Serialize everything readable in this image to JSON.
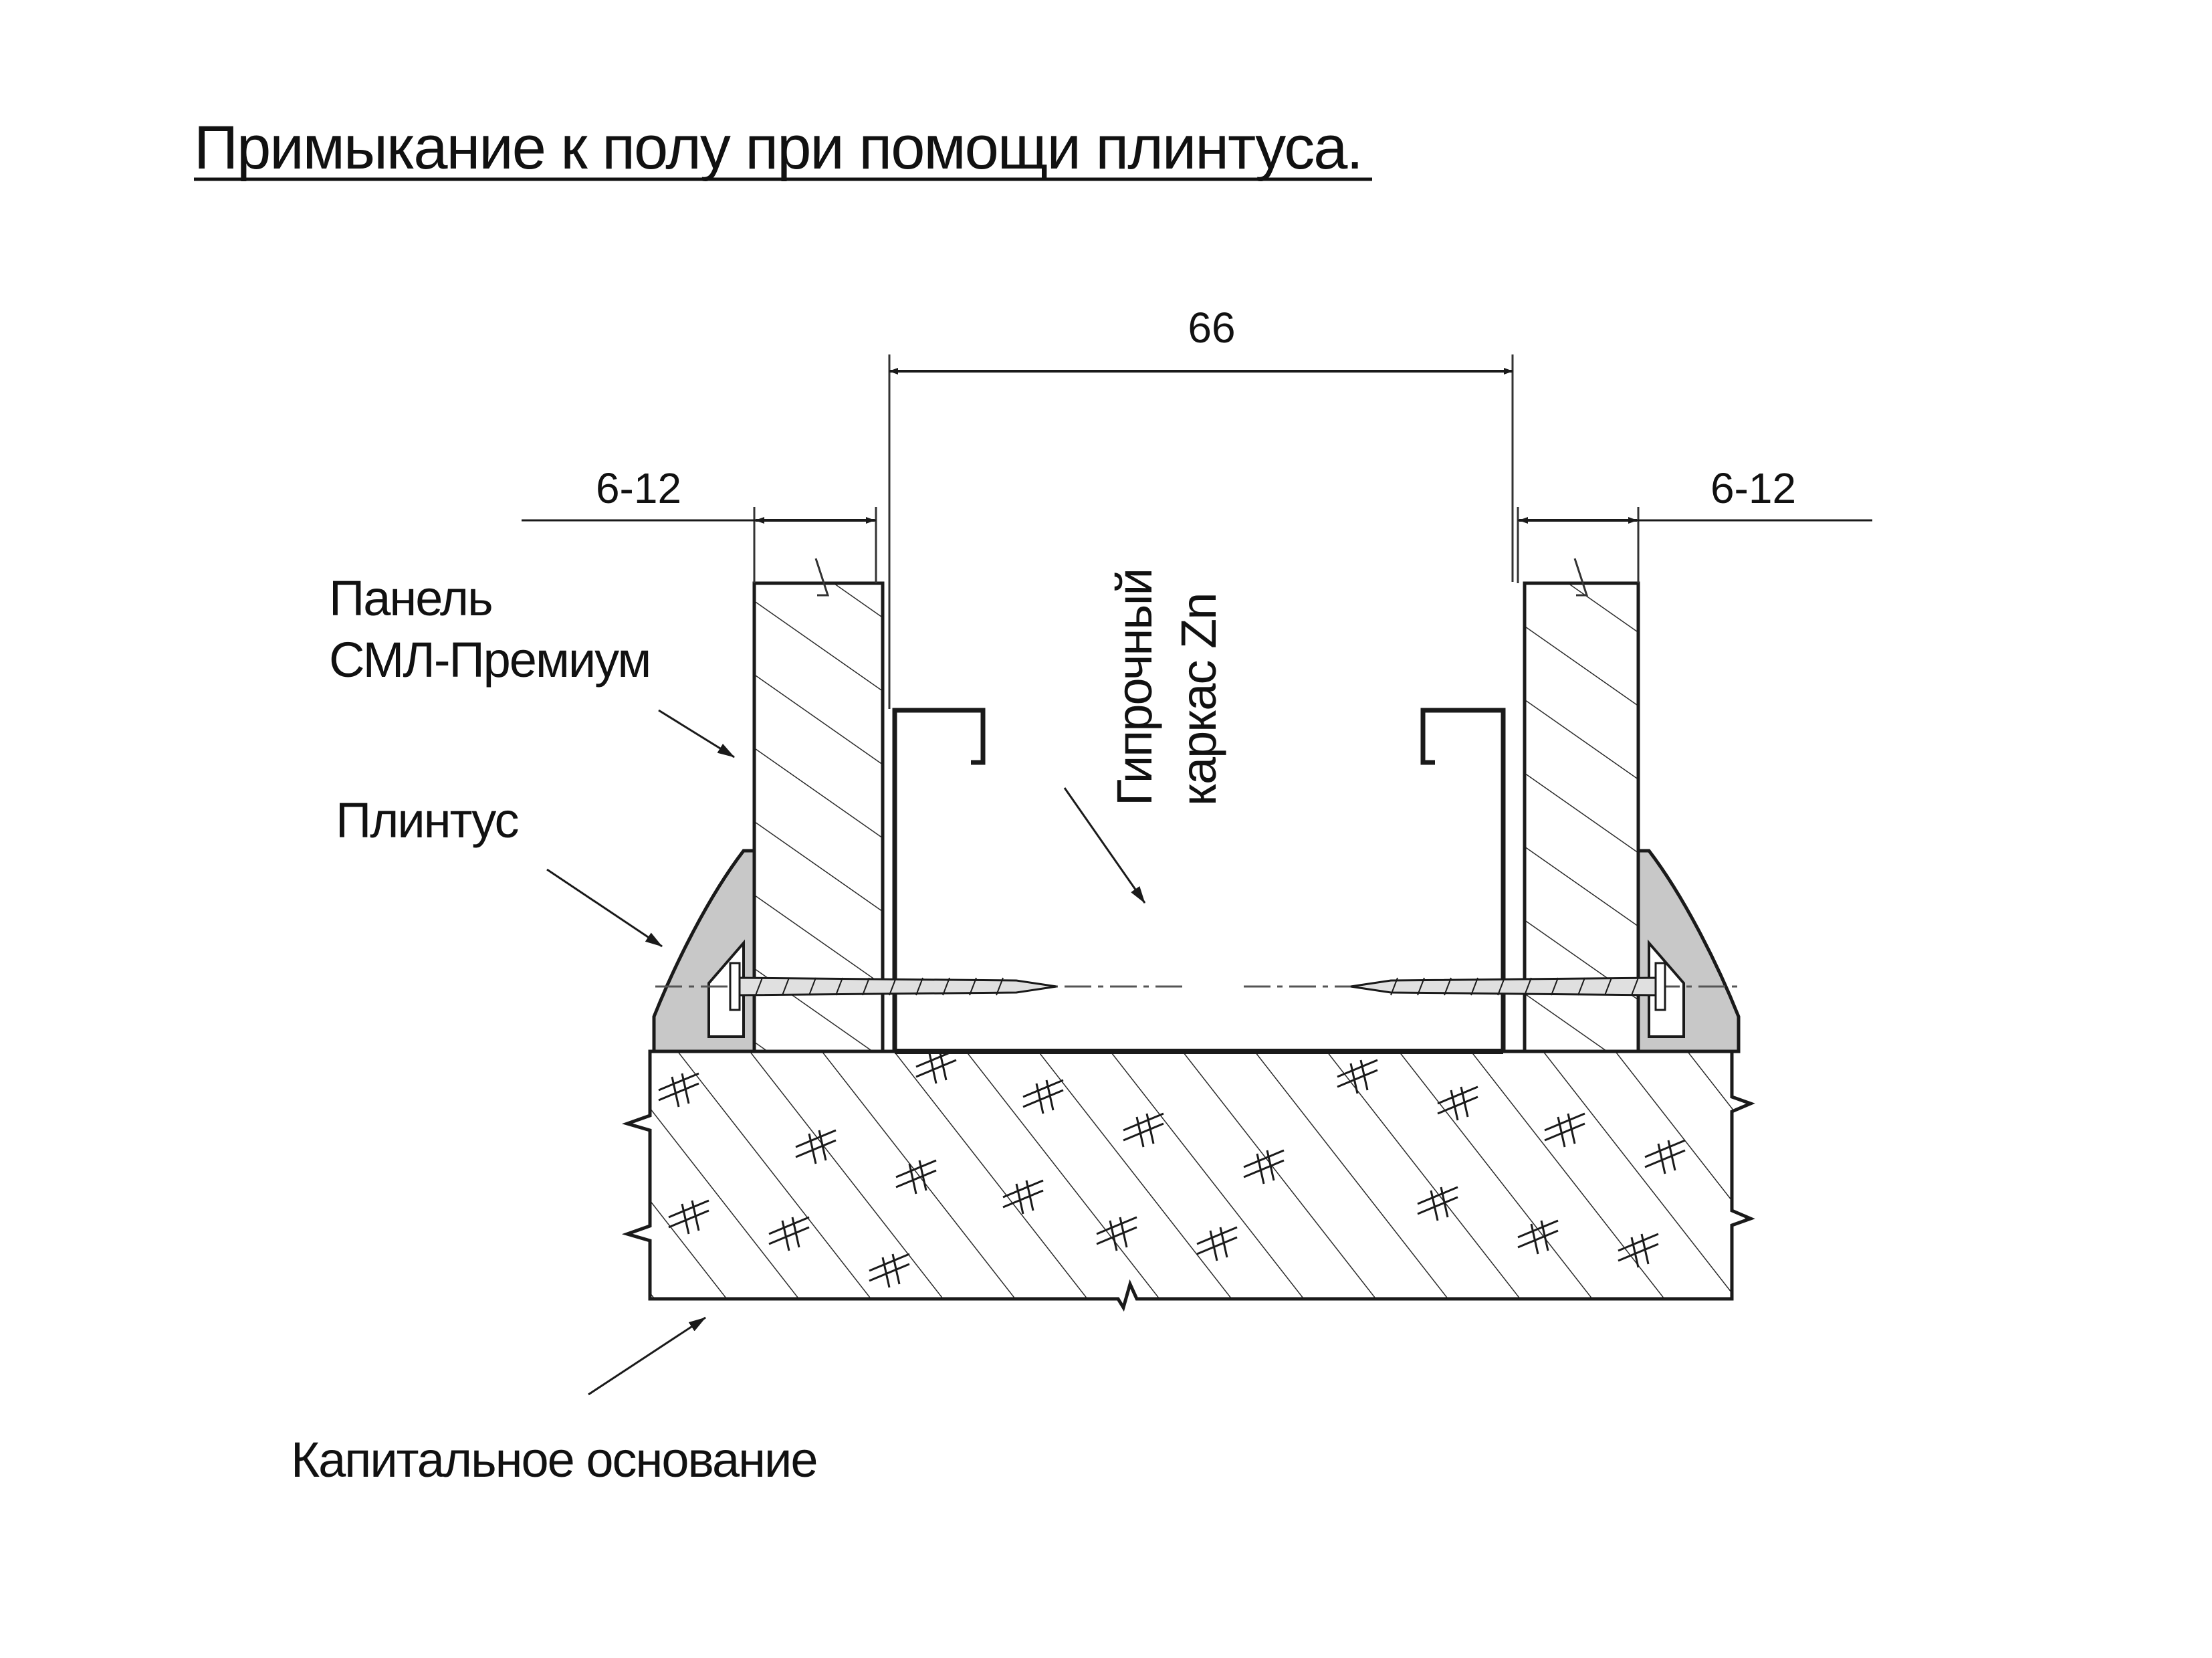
{
  "title": "Примыкание к полу при помощи плинтуса.",
  "dimensions": {
    "frame_width": "66",
    "gap_left": "6-12",
    "gap_right": "6-12"
  },
  "labels": {
    "panel_line1": "Панель",
    "panel_line2": "СМЛ-Премиум",
    "skirting": "Плинтус",
    "frame_line1": "Гипрочный",
    "frame_line2": "каркас Zn",
    "base": "Капитальное основание"
  },
  "colors": {
    "line": "#1a1a1a",
    "hatch": "#333333",
    "plinth_fill": "#c8c8c8",
    "background": "#ffffff"
  }
}
